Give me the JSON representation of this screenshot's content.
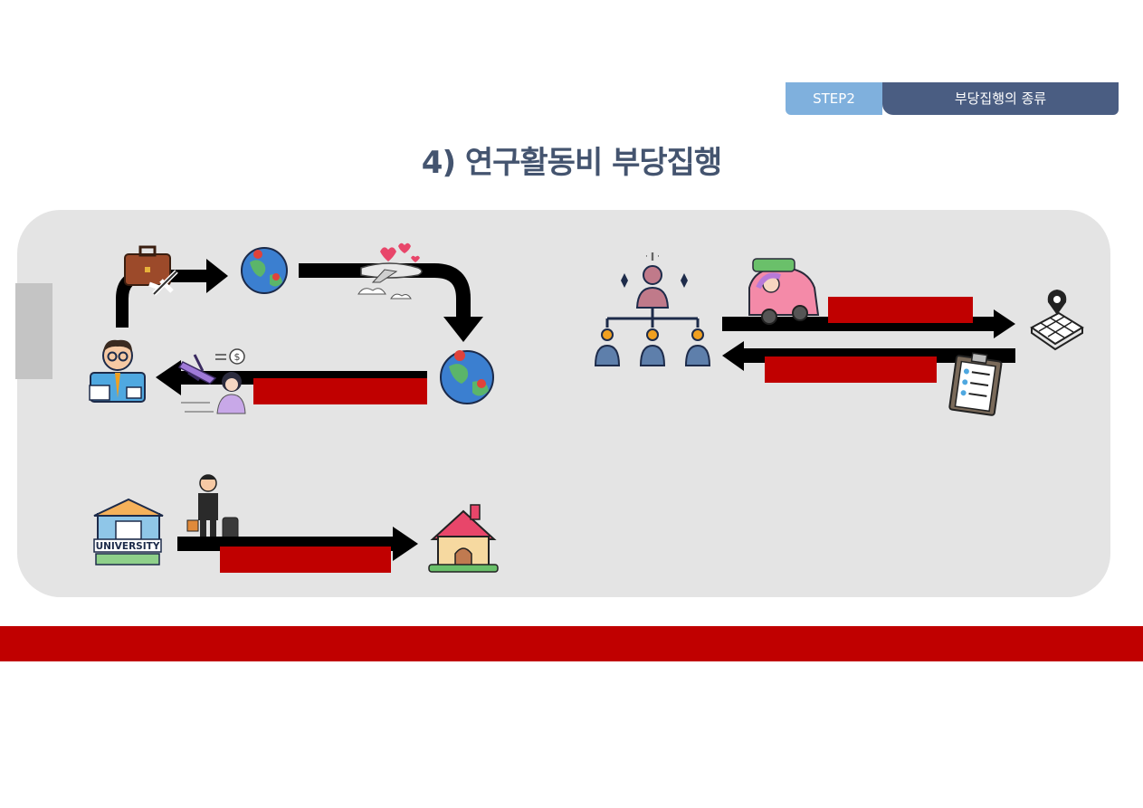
{
  "header": {
    "step_label": "STEP2",
    "step_title": "부당집행의 종류"
  },
  "title": "4) 연구활동비 부당집행",
  "illustration": {
    "university_sign": "UNIVERSITY",
    "money_symbol": "$"
  },
  "colors": {
    "step_tab": "#7fb0dd",
    "step_title_bg": "#4a5d82",
    "title_text": "#44546f",
    "panel_bg": "#e4e4e4",
    "redaction": "#c00000",
    "arrow": "#000000"
  }
}
